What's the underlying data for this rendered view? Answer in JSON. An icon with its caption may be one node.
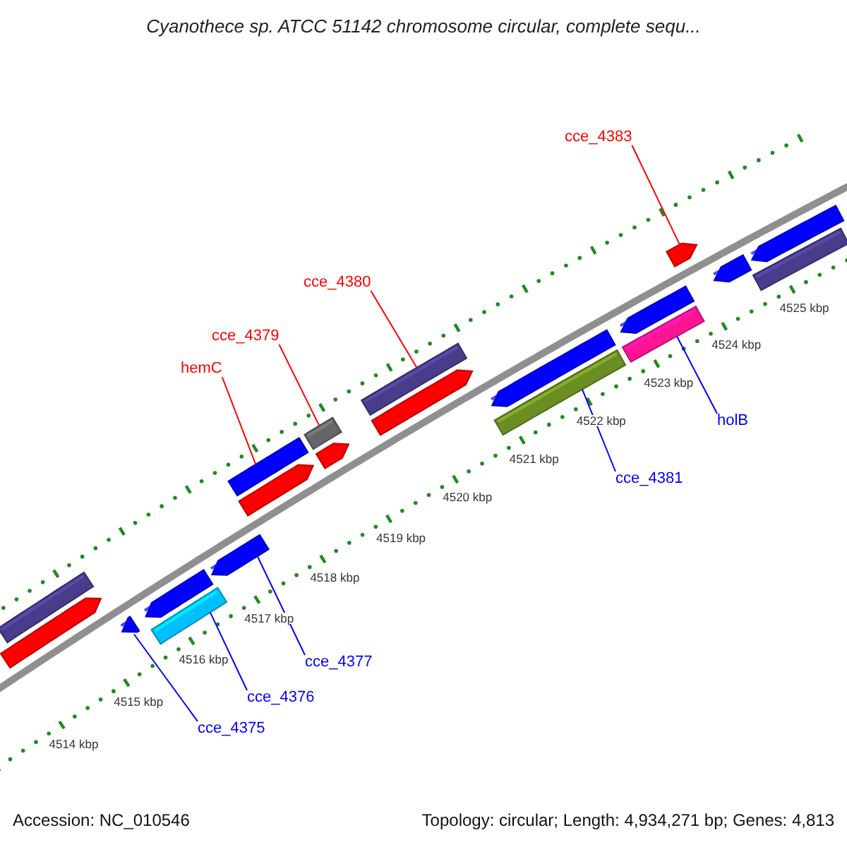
{
  "diagram": {
    "title": "Cyanothece sp. ATCC 51142 chromosome circular, complete sequ...",
    "nodes": [
      {
        "text": [
          "cce_4383"
        ]
      },
      {
        "text": [
          "cce_4380"
        ]
      },
      {
        "text": [
          "cce_4379"
        ]
      },
      {
        "text": [
          "hemC"
        ]
      },
      {
        "text": [
          "holB"
        ]
      },
      {
        "text": [
          "cce_4381"
        ]
      },
      {
        "text": [
          "cce_4377"
        ]
      },
      {
        "text": [
          "cce_4376"
        ]
      },
      {
        "text": [
          "cce_4375"
        ]
      },
      {
        "text": [],
        "shape": "bar"
      },
      {
        "text": [],
        "shape": "arrow"
      },
      {
        "text": [],
        "shape": "arrow"
      },
      {
        "text": [],
        "shape": "bar"
      },
      {
        "text": [],
        "shape": "arrow"
      },
      {
        "text": [],
        "shape": "arrow"
      },
      {
        "text": [],
        "shape": "arrow"
      },
      {
        "text": [],
        "shape": "bar"
      },
      {
        "text": [],
        "shape": "arrow"
      },
      {
        "text": [],
        "shape": "bar"
      },
      {
        "text": [],
        "shape": "arrow"
      },
      {
        "text": [],
        "shape": "bar"
      },
      {
        "text": [],
        "shape": "bar"
      },
      {
        "text": [],
        "shape": "arrow"
      },
      {
        "text": [],
        "shape": "bar"
      },
      {
        "text": [],
        "shape": "arrow"
      },
      {
        "text": [],
        "shape": "arrow"
      },
      {
        "text": [],
        "shape": "arrow"
      },
      {
        "text": [],
        "shape": "bar"
      },
      {
        "text": [],
        "shape": "arrow"
      }
    ],
    "edges": [
      {
        "from": 0,
        "to": 25,
        "arrow": "none",
        "color": "#ff0000"
      },
      {
        "from": 1,
        "to": 20,
        "arrow": "none",
        "color": "#ff0000"
      },
      {
        "from": 2,
        "to": 18,
        "arrow": "none",
        "color": "#ff0000"
      },
      {
        "from": 3,
        "to": 16,
        "arrow": "none",
        "color": "#ff0000"
      },
      {
        "from": 4,
        "to": 23,
        "arrow": "none"
      },
      {
        "from": 5,
        "to": 21,
        "arrow": "none"
      },
      {
        "from": 6,
        "to": 14,
        "arrow": "none"
      },
      {
        "from": 7,
        "to": 12,
        "arrow": "none"
      },
      {
        "from": 8,
        "to": 11,
        "arrow": "none"
      }
    ],
    "labels": [
      "4525 kbp",
      "4524 kbp",
      "4523 kbp",
      "4522 kbp",
      "4521 kbp",
      "4520 kbp",
      "4519 kbp",
      "4518 kbp",
      "4517 kbp",
      "4516 kbp",
      "4515 kbp",
      "4514 kbp",
      "Accession: NC_010546",
      "Topology: circular; Length: 4,934,271 bp; Genes: 4,813"
    ]
  }
}
